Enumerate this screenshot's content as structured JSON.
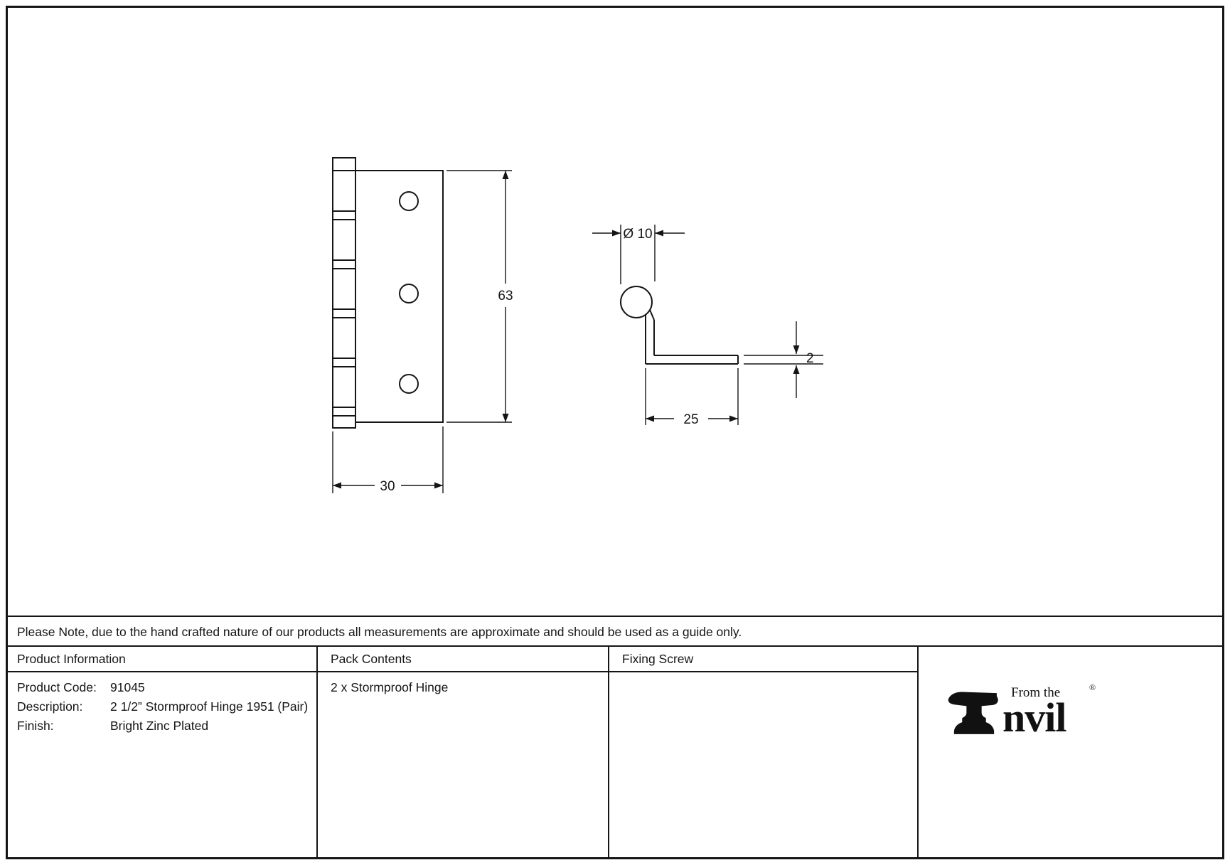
{
  "note": "Please Note, due to the hand crafted nature of our products all measurements are approximate and should be used as a guide only.",
  "drawing": {
    "front_view": {
      "height_dim": "63",
      "width_dim": "30"
    },
    "side_view": {
      "diameter_dim": "Ø 10",
      "thickness_dim": "2",
      "depth_dim": "25"
    }
  },
  "table": {
    "headers": {
      "product_information": "Product Information",
      "pack_contents": "Pack Contents",
      "fixing_screw": "Fixing Screw"
    },
    "product_info": {
      "code_label": "Product Code:",
      "code_value": "91045",
      "description_label": "Description:",
      "description_value": "2 1/2” Stormproof Hinge 1951 (Pair)",
      "finish_label": "Finish:",
      "finish_value": "Bright Zinc Plated"
    },
    "pack_contents": {
      "value": "2 x Stormproof Hinge"
    },
    "fixing_screw": {
      "value": ""
    }
  },
  "logo": {
    "from_the": "From the",
    "wordmark": "nvil",
    "registered": "®"
  }
}
